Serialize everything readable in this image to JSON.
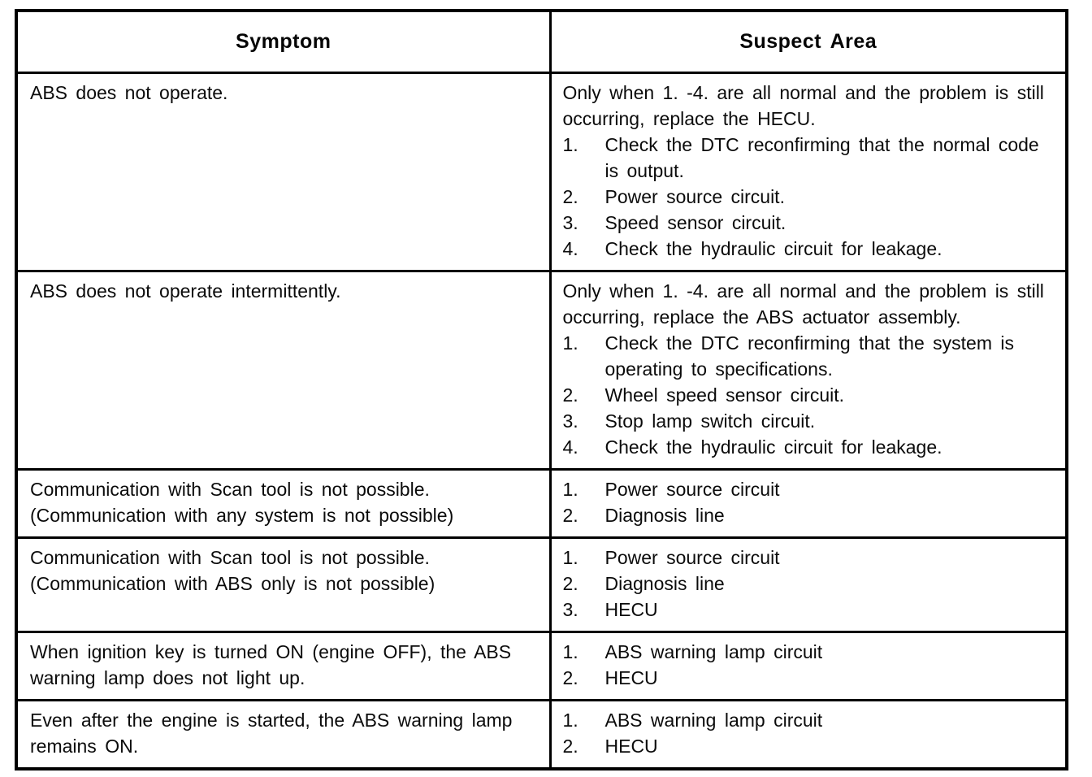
{
  "page": {
    "background_color": "#ffffff",
    "text_color": "#0b0b0b",
    "border_color": "#000000"
  },
  "table": {
    "headers": [
      "Symptom",
      "Suspect Area"
    ],
    "rows": [
      {
        "symptom": "ABS does not operate.",
        "suspect": {
          "intro": "Only when 1. -4. are all normal and the problem is still occurring, replace the HECU.",
          "items": [
            "Check the DTC reconfirming that the normal code is output.",
            "Power source circuit.",
            "Speed sensor circuit.",
            "Check the hydraulic circuit for leakage."
          ]
        }
      },
      {
        "symptom": "ABS does not operate intermittently.",
        "suspect": {
          "intro": "Only when 1. -4. are all normal and the problem is still occurring, replace the ABS actuator assembly.",
          "items": [
            "Check the DTC reconfirming that the system is operating to specifications.",
            "Wheel speed sensor circuit.",
            "Stop lamp switch circuit.",
            "Check the hydraulic circuit for leakage."
          ]
        }
      },
      {
        "symptom": "Communication with Scan tool is not possible. (Communication with any system is not possible)",
        "suspect": {
          "intro": null,
          "items": [
            "Power source circuit",
            "Diagnosis line"
          ]
        }
      },
      {
        "symptom": "Communication with Scan tool is not possible. (Communication with ABS only is not possible)",
        "suspect": {
          "intro": null,
          "items": [
            "Power source circuit",
            "Diagnosis line",
            "HECU"
          ]
        }
      },
      {
        "symptom": "When ignition key is turned ON (engine OFF), the ABS warning lamp does not light up.",
        "suspect": {
          "intro": null,
          "items": [
            "ABS warning lamp circuit",
            "HECU"
          ]
        }
      },
      {
        "symptom": "Even after the engine is started, the ABS warning lamp remains ON.",
        "suspect": {
          "intro": null,
          "items": [
            "ABS warning lamp circuit",
            "HECU"
          ]
        }
      }
    ]
  }
}
